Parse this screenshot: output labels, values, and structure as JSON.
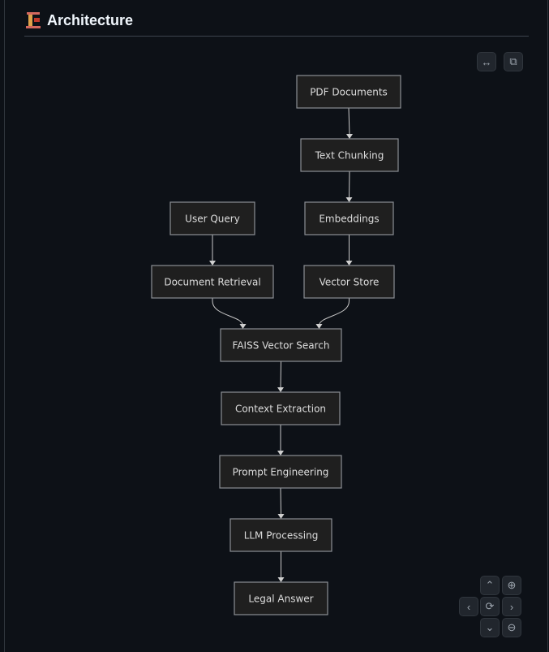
{
  "header": {
    "icon": "construction-crane-icon",
    "title": "Architecture"
  },
  "toolbar": {
    "expand_icon": "↔",
    "copy_icon": "⧉"
  },
  "diagram": {
    "type": "flowchart",
    "direction": "top-down",
    "nodes": [
      {
        "id": "pdf",
        "label": "PDF Documents"
      },
      {
        "id": "chunk",
        "label": "Text Chunking"
      },
      {
        "id": "query",
        "label": "User Query"
      },
      {
        "id": "embed",
        "label": "Embeddings"
      },
      {
        "id": "retrieval",
        "label": "Document Retrieval"
      },
      {
        "id": "vstore",
        "label": "Vector Store"
      },
      {
        "id": "faiss",
        "label": "FAISS Vector Search"
      },
      {
        "id": "context",
        "label": "Context Extraction"
      },
      {
        "id": "prompt",
        "label": "Prompt Engineering"
      },
      {
        "id": "llm",
        "label": "LLM Processing"
      },
      {
        "id": "answer",
        "label": "Legal Answer"
      }
    ],
    "edges": [
      [
        "pdf",
        "chunk"
      ],
      [
        "chunk",
        "embed"
      ],
      [
        "embed",
        "vstore"
      ],
      [
        "query",
        "retrieval"
      ],
      [
        "retrieval",
        "faiss"
      ],
      [
        "vstore",
        "faiss"
      ],
      [
        "faiss",
        "context"
      ],
      [
        "context",
        "prompt"
      ],
      [
        "prompt",
        "llm"
      ],
      [
        "llm",
        "answer"
      ]
    ]
  },
  "controls": {
    "up": "⌃",
    "down": "⌄",
    "left": "‹",
    "right": "›",
    "reset": "⟳",
    "zoom_in": "⊕",
    "zoom_out": "⊖"
  }
}
